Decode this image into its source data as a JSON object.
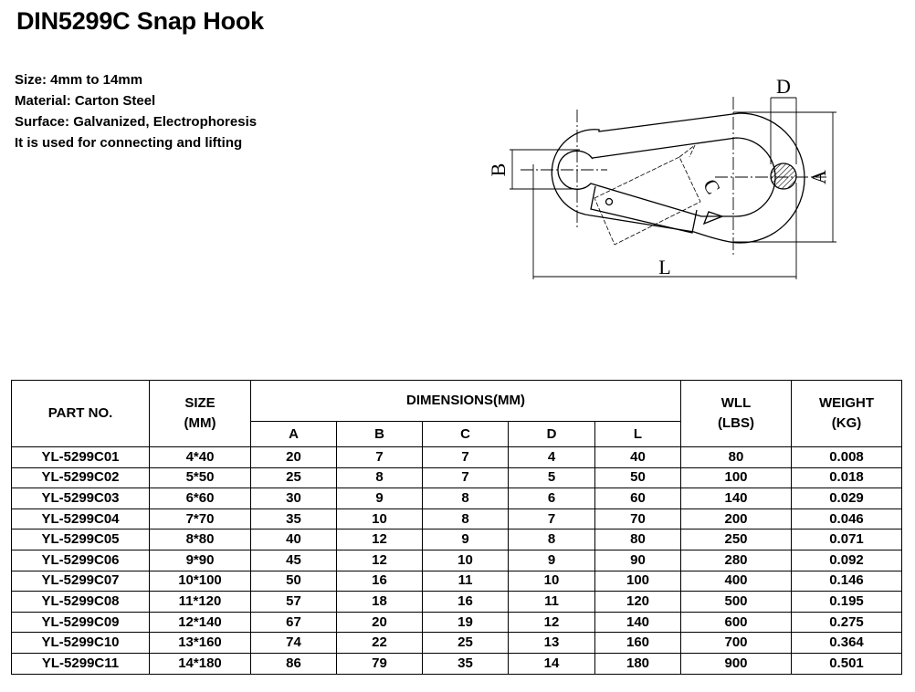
{
  "title": "DIN5299C Snap Hook",
  "specs": [
    "Size: 4mm to 14mm",
    "Material: Carton Steel",
    "Surface: Galvanized, Electrophoresis",
    "It is used for connecting and lifting"
  ],
  "diagram": {
    "labels": {
      "A": "A",
      "B": "B",
      "C": "C",
      "D": "D",
      "L": "L"
    }
  },
  "table": {
    "headers": {
      "part_no": "PART NO.",
      "size_line1": "SIZE",
      "size_line2": "(MM)",
      "dimensions": "DIMENSIONS(MM)",
      "a": "A",
      "b": "B",
      "c": "C",
      "d": "D",
      "l": "L",
      "wll_line1": "WLL",
      "wll_line2": "(LBS)",
      "weight_line1": "WEIGHT",
      "weight_line2": "(KG)"
    },
    "rows": [
      {
        "part": "YL-5299C01",
        "size": "4*40",
        "a": "20",
        "b": "7",
        "c": "7",
        "d": "4",
        "l": "40",
        "wll": "80",
        "weight": "0.008"
      },
      {
        "part": "YL-5299C02",
        "size": "5*50",
        "a": "25",
        "b": "8",
        "c": "7",
        "d": "5",
        "l": "50",
        "wll": "100",
        "weight": "0.018"
      },
      {
        "part": "YL-5299C03",
        "size": "6*60",
        "a": "30",
        "b": "9",
        "c": "8",
        "d": "6",
        "l": "60",
        "wll": "140",
        "weight": "0.029"
      },
      {
        "part": "YL-5299C04",
        "size": "7*70",
        "a": "35",
        "b": "10",
        "c": "8",
        "d": "7",
        "l": "70",
        "wll": "200",
        "weight": "0.046"
      },
      {
        "part": "YL-5299C05",
        "size": "8*80",
        "a": "40",
        "b": "12",
        "c": "9",
        "d": "8",
        "l": "80",
        "wll": "250",
        "weight": "0.071"
      },
      {
        "part": "YL-5299C06",
        "size": "9*90",
        "a": "45",
        "b": "12",
        "c": "10",
        "d": "9",
        "l": "90",
        "wll": "280",
        "weight": "0.092"
      },
      {
        "part": "YL-5299C07",
        "size": "10*100",
        "a": "50",
        "b": "16",
        "c": "11",
        "d": "10",
        "l": "100",
        "wll": "400",
        "weight": "0.146"
      },
      {
        "part": "YL-5299C08",
        "size": "11*120",
        "a": "57",
        "b": "18",
        "c": "16",
        "d": "11",
        "l": "120",
        "wll": "500",
        "weight": "0.195"
      },
      {
        "part": "YL-5299C09",
        "size": "12*140",
        "a": "67",
        "b": "20",
        "c": "19",
        "d": "12",
        "l": "140",
        "wll": "600",
        "weight": "0.275"
      },
      {
        "part": "YL-5299C10",
        "size": "13*160",
        "a": "74",
        "b": "22",
        "c": "25",
        "d": "13",
        "l": "160",
        "wll": "700",
        "weight": "0.364"
      },
      {
        "part": "YL-5299C11",
        "size": "14*180",
        "a": "86",
        "b": "79",
        "c": "35",
        "d": "14",
        "l": "180",
        "wll": "900",
        "weight": "0.501"
      }
    ]
  }
}
